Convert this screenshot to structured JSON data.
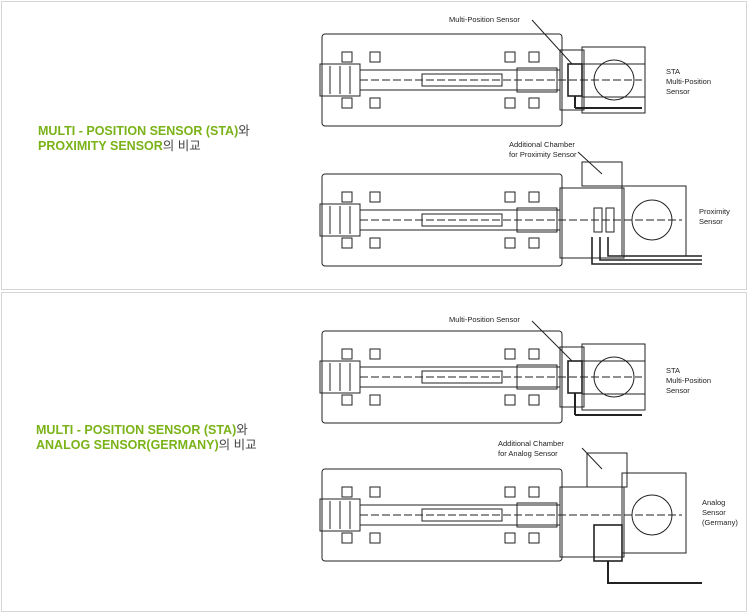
{
  "panels": [
    {
      "heading_line1_green": "MULTI - POSITION SENSOR (STA)",
      "heading_line1_plain": "와",
      "heading_line2_green": "PROXIMITY SENSOR",
      "heading_line2_plain": "의 비교",
      "top_diagram": {
        "callout": "Multi-Position Sensor",
        "side_label": [
          "STA",
          "Multi-Position",
          "Sensor"
        ]
      },
      "bottom_diagram": {
        "callout": [
          "Additional Chamber",
          "for Proximity Sensor"
        ],
        "side_label": [
          "Proximity",
          "Sensor"
        ]
      }
    },
    {
      "heading_line1_green": "MULTI - POSITION SENSOR (STA)",
      "heading_line1_plain": "와",
      "heading_line2_green": "ANALOG  SENSOR(GERMANY)",
      "heading_line2_plain": "의 비교",
      "top_diagram": {
        "callout": "Multi-Position Sensor",
        "side_label": [
          "STA",
          "Multi-Position",
          "Sensor"
        ]
      },
      "bottom_diagram": {
        "callout": [
          "Additional Chamber",
          "for Analog Sensor"
        ],
        "side_label": [
          "Analog",
          "Sensor",
          "(Germany)"
        ]
      }
    }
  ],
  "colors": {
    "heading_green": "#7ab317",
    "line": "#222222"
  }
}
